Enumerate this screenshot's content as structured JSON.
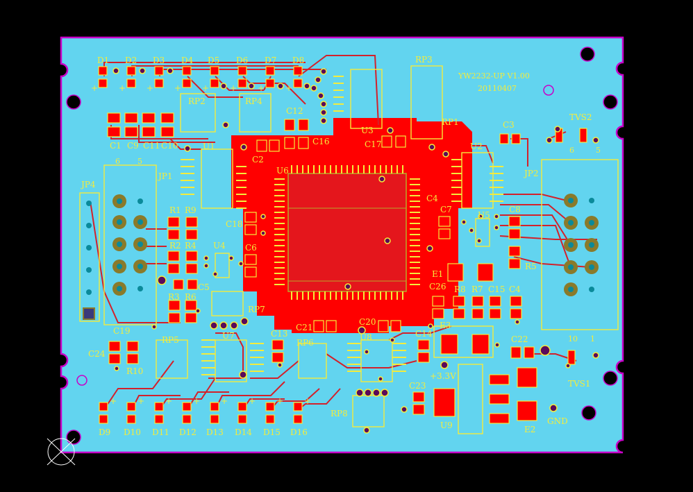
{
  "board": {
    "title": "YW2232-UP  V1.00",
    "date": "20110407",
    "colors": {
      "background": "#000000",
      "board_fill": "#62d4ef",
      "outline": "#c800c8",
      "copper": "#ff0000",
      "silkscreen": "#f4ec3c",
      "trace": "#d3202a"
    }
  },
  "labels": {
    "D1": "D1",
    "D2": "D2",
    "D3": "D3",
    "D4": "D4",
    "D5": "D5",
    "D6": "D6",
    "D7": "D7",
    "D8": "D8",
    "D9": "D9",
    "D10": "D10",
    "D11": "D11",
    "D12": "D12",
    "D13": "D13",
    "D14": "D14",
    "D15": "D15",
    "D16": "D16",
    "RP1": "RP1",
    "RP2": "RP2",
    "RP3": "RP3",
    "RP4": "RP4",
    "RP5": "RP5",
    "RP6": "RP6",
    "RP7": "RP7",
    "RP8": "RP8",
    "C1": "C1",
    "C2": "C2",
    "C3": "C3",
    "C4": "C4",
    "C5": "C5",
    "C6": "C6",
    "C7": "C7",
    "C8": "C8",
    "C9": "C9",
    "C10": "C10",
    "C11": "C11",
    "C12": "C12",
    "C13": "C13",
    "C14": "C14",
    "C15": "C15",
    "C16": "C16",
    "C17": "C17",
    "C18": "C18",
    "C19": "C19",
    "C20": "C20",
    "C21": "C21",
    "C22": "C22",
    "C23": "C23",
    "C24": "C24",
    "C26": "C26",
    "R1": "R1",
    "R2": "R2",
    "R3": "R3",
    "R4": "R4",
    "R5": "R5",
    "R6": "R6",
    "R7": "R7",
    "R8": "R8",
    "R9": "R9",
    "R10": "R10",
    "U1": "U1",
    "U2": "U2",
    "U3": "U3",
    "U4": "U4",
    "U5": "U5",
    "U6": "U6",
    "U7": "U7",
    "U8": "U8",
    "U9": "U9",
    "JP1": "JP1",
    "JP2": "JP2",
    "JP4": "JP4",
    "E1": "E1",
    "E2": "E2",
    "E3": "E3",
    "TVS1": "TVS1",
    "TVS2": "TVS2",
    "V33": "+3.3V",
    "GND": "GND",
    "plus": "+",
    "n1": "1",
    "n5": "5",
    "n6": "6",
    "n10": "10"
  }
}
